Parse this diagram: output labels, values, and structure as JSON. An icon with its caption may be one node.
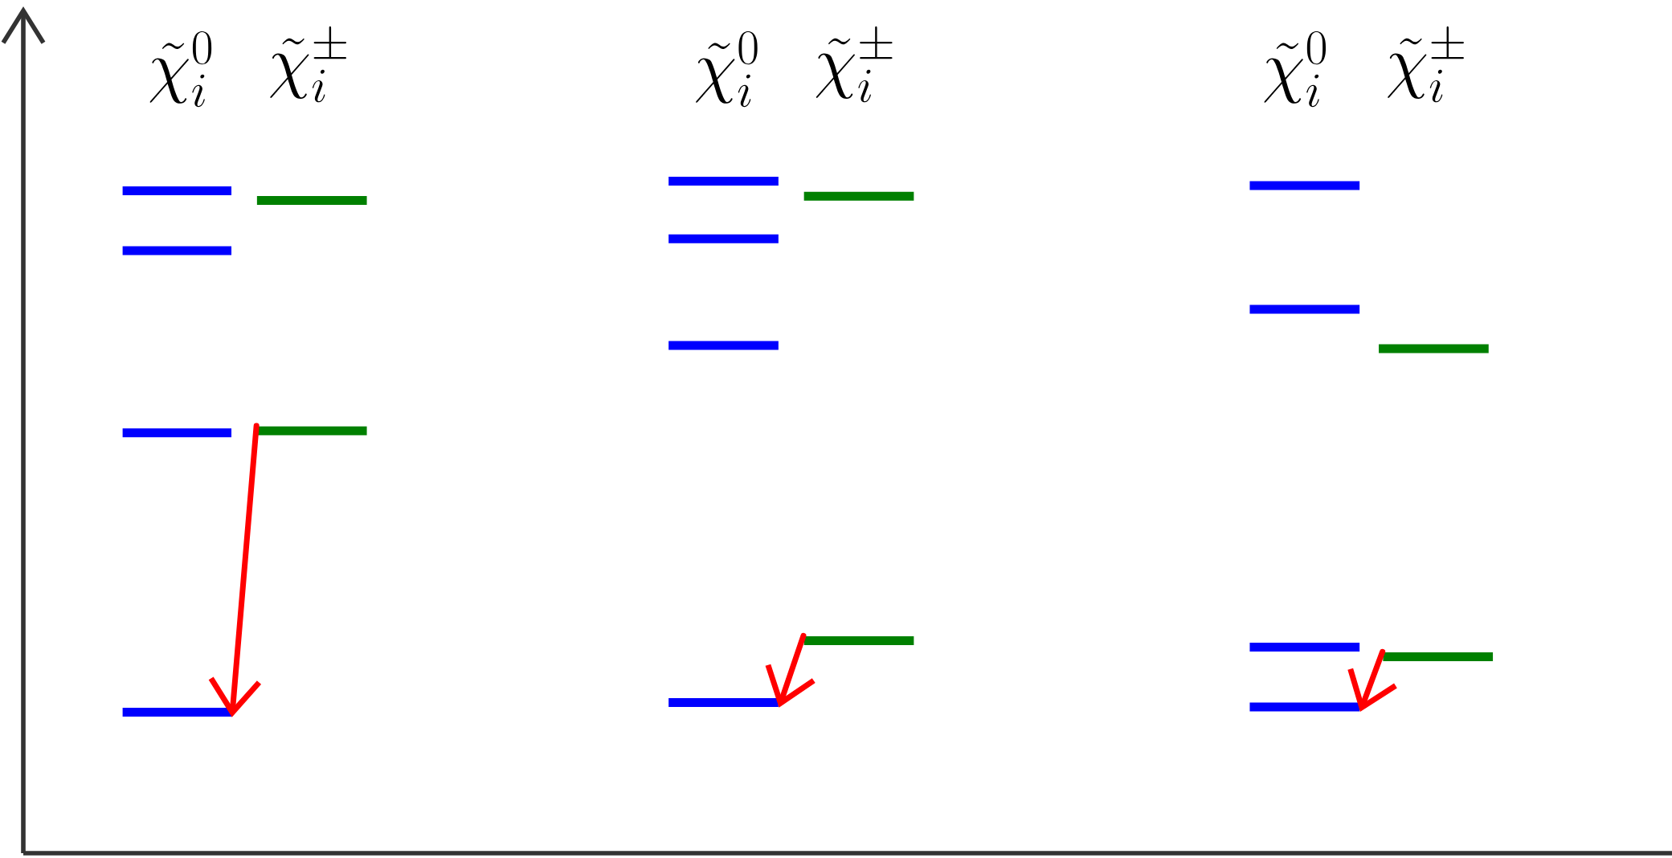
{
  "diagram": {
    "nodes": [
      {
        "text": [],
        "shape": "bar"
      },
      {
        "text": [],
        "shape": "bar"
      },
      {
        "text": [],
        "shape": "bar"
      },
      {
        "text": [],
        "shape": "bar"
      },
      {
        "text": [],
        "shape": "bar"
      },
      {
        "text": [],
        "shape": "bar"
      },
      {
        "text": [],
        "shape": "bar"
      },
      {
        "text": [],
        "shape": "bar"
      },
      {
        "text": [],
        "shape": "bar"
      },
      {
        "text": [],
        "shape": "bar"
      },
      {
        "text": [],
        "shape": "bar"
      },
      {
        "text": [],
        "shape": "bar"
      },
      {
        "text": [],
        "shape": "bar"
      },
      {
        "text": [],
        "shape": "bar"
      },
      {
        "text": [],
        "shape": "bar"
      },
      {
        "text": [],
        "shape": "bar"
      },
      {
        "text": [],
        "shape": "bar"
      },
      {
        "text": [],
        "shape": "bar"
      }
    ],
    "edges": [
      {
        "from": 3,
        "to": 5,
        "arrow": "to"
      },
      {
        "from": 10,
        "to": 11,
        "arrow": "to"
      },
      {
        "from": 16,
        "to": 17,
        "arrow": "to"
      }
    ],
    "labels": [
      "\\tilde{\\chi}_i^0",
      "\\tilde{\\chi}_i^\\pm",
      "\\tilde{\\chi}_i^0",
      "\\tilde{\\chi}_i^\\pm",
      "\\tilde{\\chi}_i^0",
      "\\tilde{\\chi}_i^\\pm"
    ]
  }
}
